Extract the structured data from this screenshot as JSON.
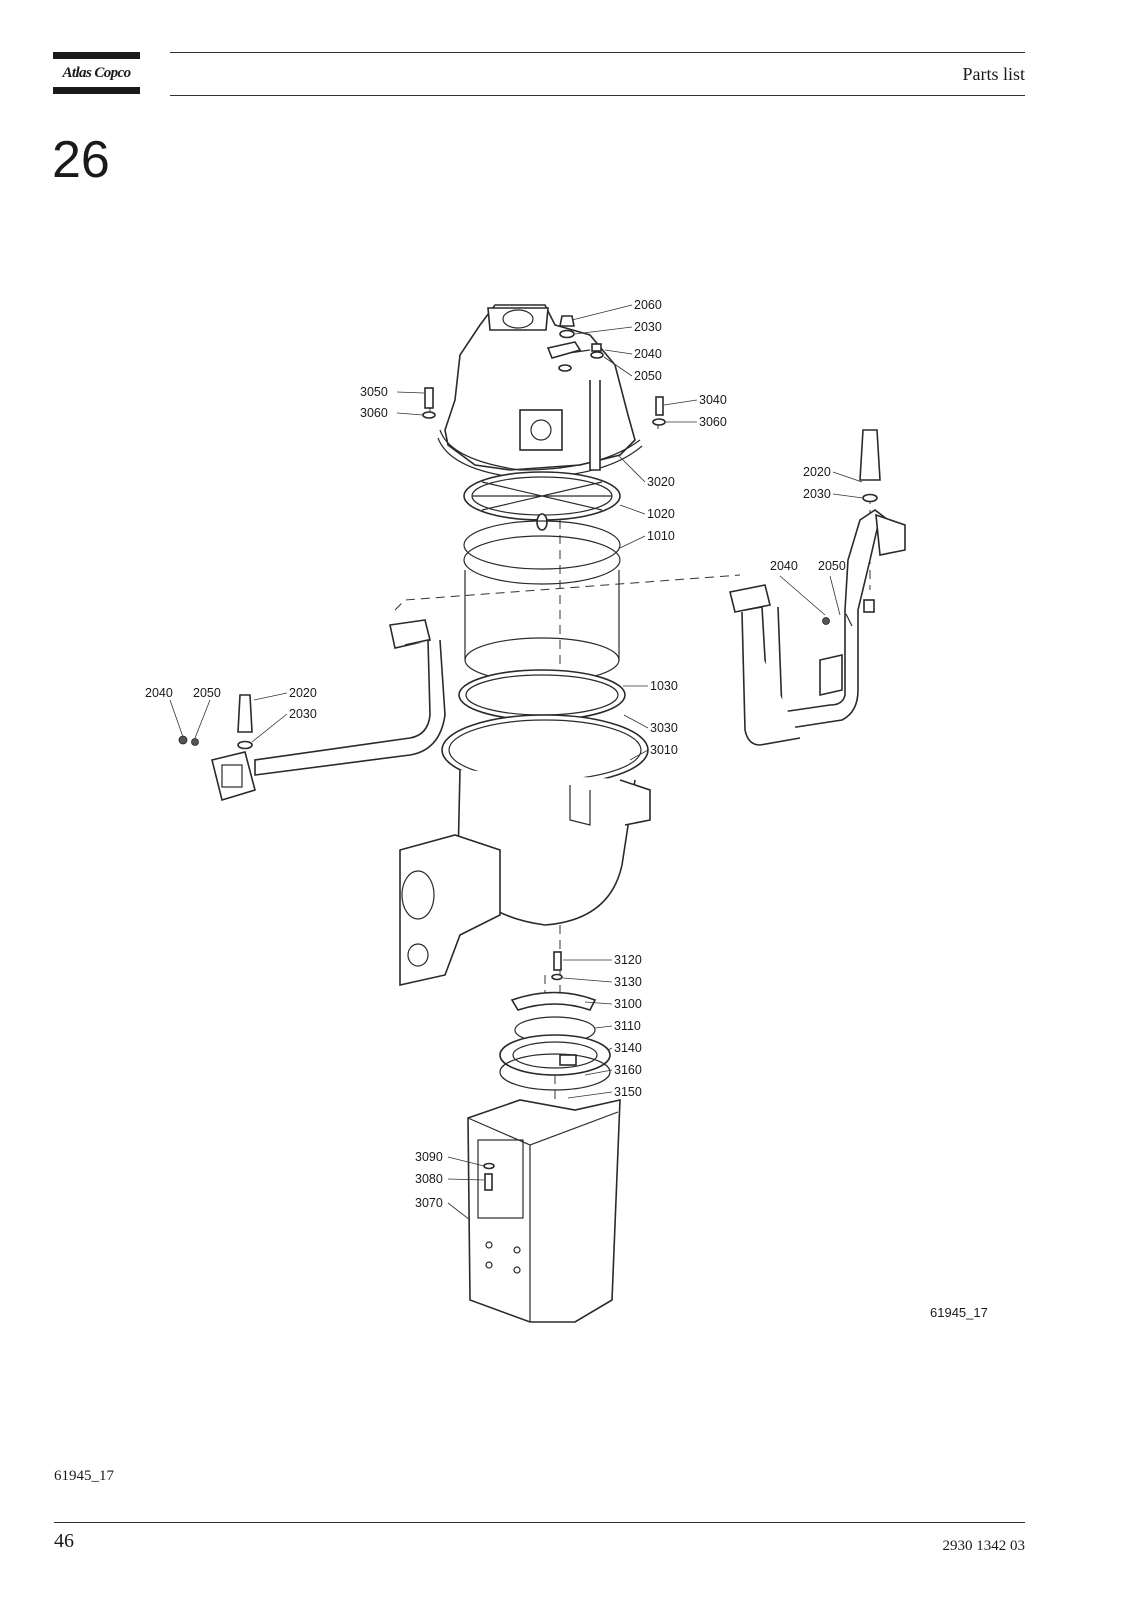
{
  "header": {
    "brand": "Atlas Copco",
    "title": "Parts list"
  },
  "section": {
    "number": "26"
  },
  "figure": {
    "reference": "61945_17",
    "callouts": [
      {
        "id": "c2060a",
        "text": "2060"
      },
      {
        "id": "c2030a",
        "text": "2030"
      },
      {
        "id": "c2040a",
        "text": "2040"
      },
      {
        "id": "c2050a",
        "text": "2050"
      },
      {
        "id": "c3050",
        "text": "3050"
      },
      {
        "id": "c3060a",
        "text": "3060"
      },
      {
        "id": "c3040",
        "text": "3040"
      },
      {
        "id": "c3060b",
        "text": "3060"
      },
      {
        "id": "c3020",
        "text": "3020"
      },
      {
        "id": "c2020b",
        "text": "2020"
      },
      {
        "id": "c2030b",
        "text": "2030"
      },
      {
        "id": "c1020",
        "text": "1020"
      },
      {
        "id": "c1010",
        "text": "1010"
      },
      {
        "id": "c2040b",
        "text": "2040"
      },
      {
        "id": "c2050b",
        "text": "2050"
      },
      {
        "id": "c2040c",
        "text": "2040"
      },
      {
        "id": "c2050c",
        "text": "2050"
      },
      {
        "id": "c2020c",
        "text": "2020"
      },
      {
        "id": "c2030c",
        "text": "2030"
      },
      {
        "id": "c1030",
        "text": "1030"
      },
      {
        "id": "c3030",
        "text": "3030"
      },
      {
        "id": "c3010",
        "text": "3010"
      },
      {
        "id": "c3120",
        "text": "3120"
      },
      {
        "id": "c3130",
        "text": "3130"
      },
      {
        "id": "c3100",
        "text": "3100"
      },
      {
        "id": "c3110",
        "text": "3110"
      },
      {
        "id": "c3140",
        "text": "3140"
      },
      {
        "id": "c3160",
        "text": "3160"
      },
      {
        "id": "c3150",
        "text": "3150"
      },
      {
        "id": "c3090",
        "text": "3090"
      },
      {
        "id": "c3080",
        "text": "3080"
      },
      {
        "id": "c3070",
        "text": "3070"
      }
    ]
  },
  "footer": {
    "figure_ref": "61945_17",
    "page_number": "46",
    "document_number": "2930 1342 03"
  }
}
